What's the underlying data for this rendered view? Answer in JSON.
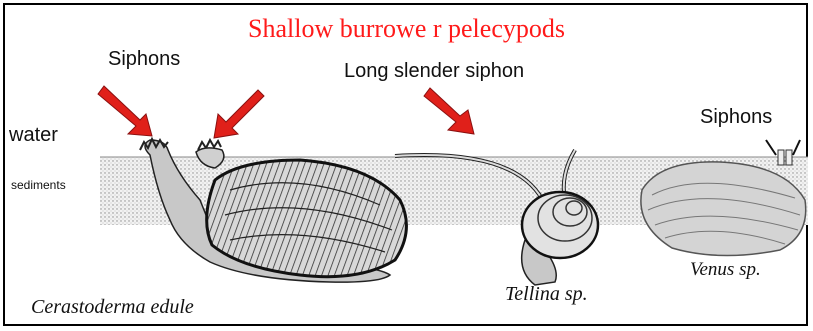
{
  "title": "Shallow burrowe   r pelecypods",
  "labels": {
    "siphons_left": "Siphons",
    "long_siphon": "Long slender siphon",
    "water": "water",
    "sediments": "sediments",
    "siphons_right": "Siphons"
  },
  "species": {
    "cerastoderma": "Cerastoderma edule",
    "tellina": "Tellina sp.",
    "venus": "Venus sp."
  },
  "colors": {
    "title": "#ff1a1a",
    "arrow": "#e0201a",
    "sediment": "#e6e6e6",
    "text": "#111111"
  }
}
